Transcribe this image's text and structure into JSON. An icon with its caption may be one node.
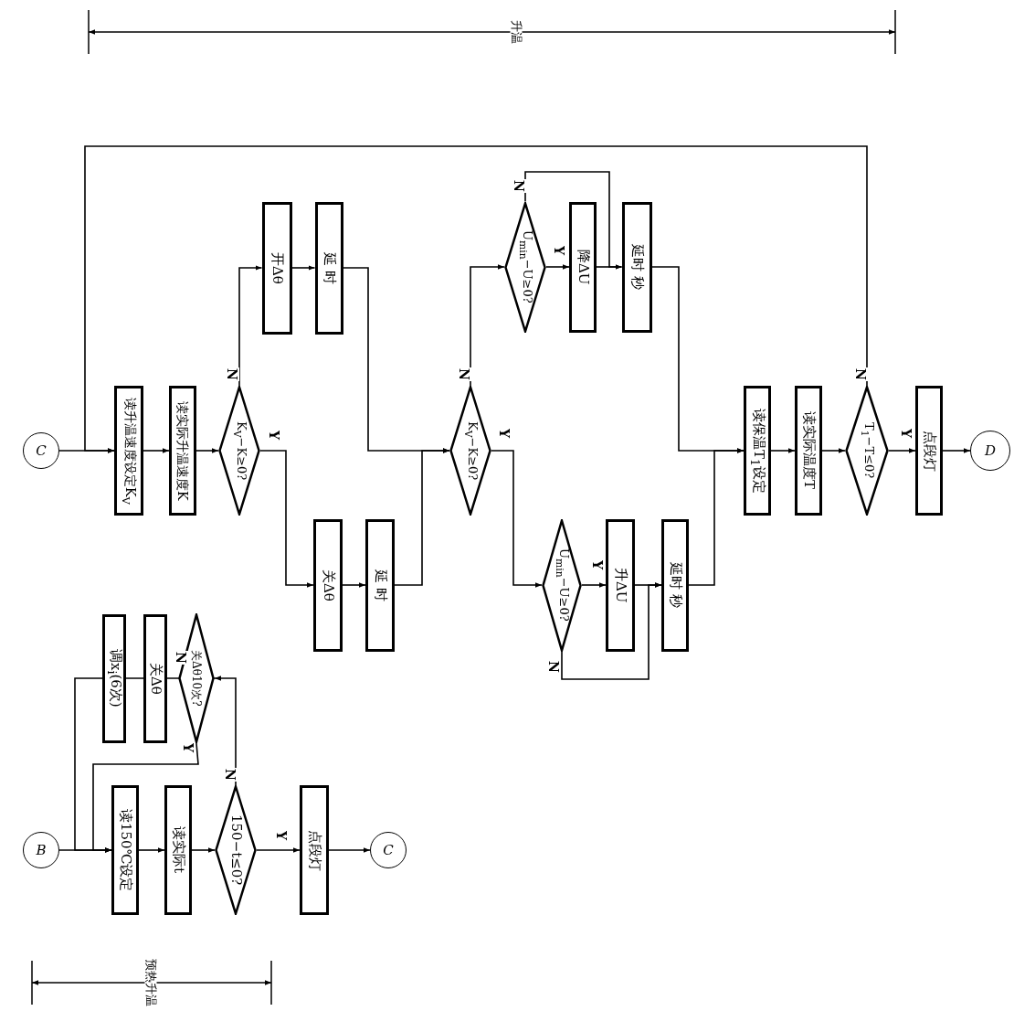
{
  "diagram": {
    "nodes": [
      {
        "text": [
          "B"
        ]
      },
      {
        "text": [
          "读150℃设定"
        ]
      },
      {
        "text": [
          "读实际t"
        ]
      },
      {
        "text": [
          "150−t≤0?"
        ]
      },
      {
        "text": [
          "点段灯"
        ]
      },
      {
        "text": [
          "C"
        ]
      },
      {
        "text": [
          "调x$_{i}$(6次)"
        ]
      },
      {
        "text": [
          "关Δθ"
        ]
      },
      {
        "text": [
          "关Δθ10次?"
        ]
      },
      {
        "text": [
          "C"
        ]
      },
      {
        "text": [
          "读升温速度设定K$_{V}$"
        ]
      },
      {
        "text": [
          "读实际升温速度K"
        ]
      },
      {
        "text": [
          "K$_{V}$−K≥0?"
        ]
      },
      {
        "text": [
          "开Δθ"
        ]
      },
      {
        "text": [
          "延 时"
        ]
      },
      {
        "text": [
          "关Δθ"
        ]
      },
      {
        "text": [
          "延 时"
        ]
      },
      {
        "text": [
          "K$_{V}$−K≥0?"
        ]
      },
      {
        "text": [
          "U$_{min}$−U≥0?"
        ]
      },
      {
        "text": [
          "降ΔU"
        ]
      },
      {
        "text": [
          "延时 秒"
        ]
      },
      {
        "text": [
          "U$_{min}$−U≥0?"
        ]
      },
      {
        "text": [
          "升ΔU"
        ]
      },
      {
        "text": [
          "延时 秒"
        ]
      },
      {
        "text": [
          "读保温T$_{1}$设定"
        ]
      },
      {
        "text": [
          "读实际温度T"
        ]
      },
      {
        "text": [
          "T$_{1}$−T≤0?"
        ]
      },
      {
        "text": [
          "点段灯"
        ]
      },
      {
        "text": [
          "D"
        ]
      }
    ],
    "edges": [
      {
        "from": 0,
        "to": 1,
        "arrow": "to"
      },
      {
        "from": 1,
        "to": 2,
        "arrow": "to"
      },
      {
        "from": 2,
        "to": 3,
        "arrow": "to"
      },
      {
        "from": 3,
        "to": 4,
        "arrow": "to",
        "label": "Y"
      },
      {
        "from": 4,
        "to": 5,
        "arrow": "to"
      },
      {
        "from": 3,
        "to": 8,
        "arrow": "to",
        "label": "N"
      },
      {
        "from": 8,
        "to": 7,
        "arrow": "to",
        "label": "N"
      },
      {
        "from": 7,
        "to": 6,
        "arrow": "to"
      },
      {
        "from": 6,
        "to": 1,
        "arrow": "to"
      },
      {
        "from": 8,
        "to": 1,
        "arrow": "to",
        "label": "Y"
      },
      {
        "from": 9,
        "to": 10,
        "arrow": "to"
      },
      {
        "from": 10,
        "to": 11,
        "arrow": "to"
      },
      {
        "from": 11,
        "to": 12,
        "arrow": "to"
      },
      {
        "from": 12,
        "to": 13,
        "arrow": "to",
        "label": "N"
      },
      {
        "from": 13,
        "to": 14,
        "arrow": "to"
      },
      {
        "from": 14,
        "to": 17,
        "arrow": "to"
      },
      {
        "from": 12,
        "to": 15,
        "arrow": "to",
        "label": "Y"
      },
      {
        "from": 15,
        "to": 16,
        "arrow": "to"
      },
      {
        "from": 16,
        "to": 17,
        "arrow": "to"
      },
      {
        "from": 17,
        "to": 18,
        "arrow": "to",
        "label": "N"
      },
      {
        "from": 18,
        "to": 19,
        "arrow": "to",
        "label": "Y"
      },
      {
        "from": 19,
        "to": 20,
        "arrow": "to"
      },
      {
        "from": 18,
        "to": 20,
        "arrow": "to",
        "label": "N"
      },
      {
        "from": 20,
        "to": 24,
        "arrow": "to"
      },
      {
        "from": 17,
        "to": 21,
        "arrow": "to",
        "label": "Y"
      },
      {
        "from": 21,
        "to": 22,
        "arrow": "to",
        "label": "Y"
      },
      {
        "from": 22,
        "to": 23,
        "arrow": "to"
      },
      {
        "from": 21,
        "to": 23,
        "arrow": "to",
        "label": "N"
      },
      {
        "from": 23,
        "to": 24,
        "arrow": "to"
      },
      {
        "from": 24,
        "to": 25,
        "arrow": "to"
      },
      {
        "from": 25,
        "to": 26,
        "arrow": "to"
      },
      {
        "from": 26,
        "to": 27,
        "arrow": "to",
        "label": "Y"
      },
      {
        "from": 27,
        "to": 28,
        "arrow": "to"
      },
      {
        "from": 26,
        "to": 10,
        "arrow": "to",
        "label": "N"
      }
    ],
    "labels": [
      "升温",
      "预热升温"
    ]
  }
}
